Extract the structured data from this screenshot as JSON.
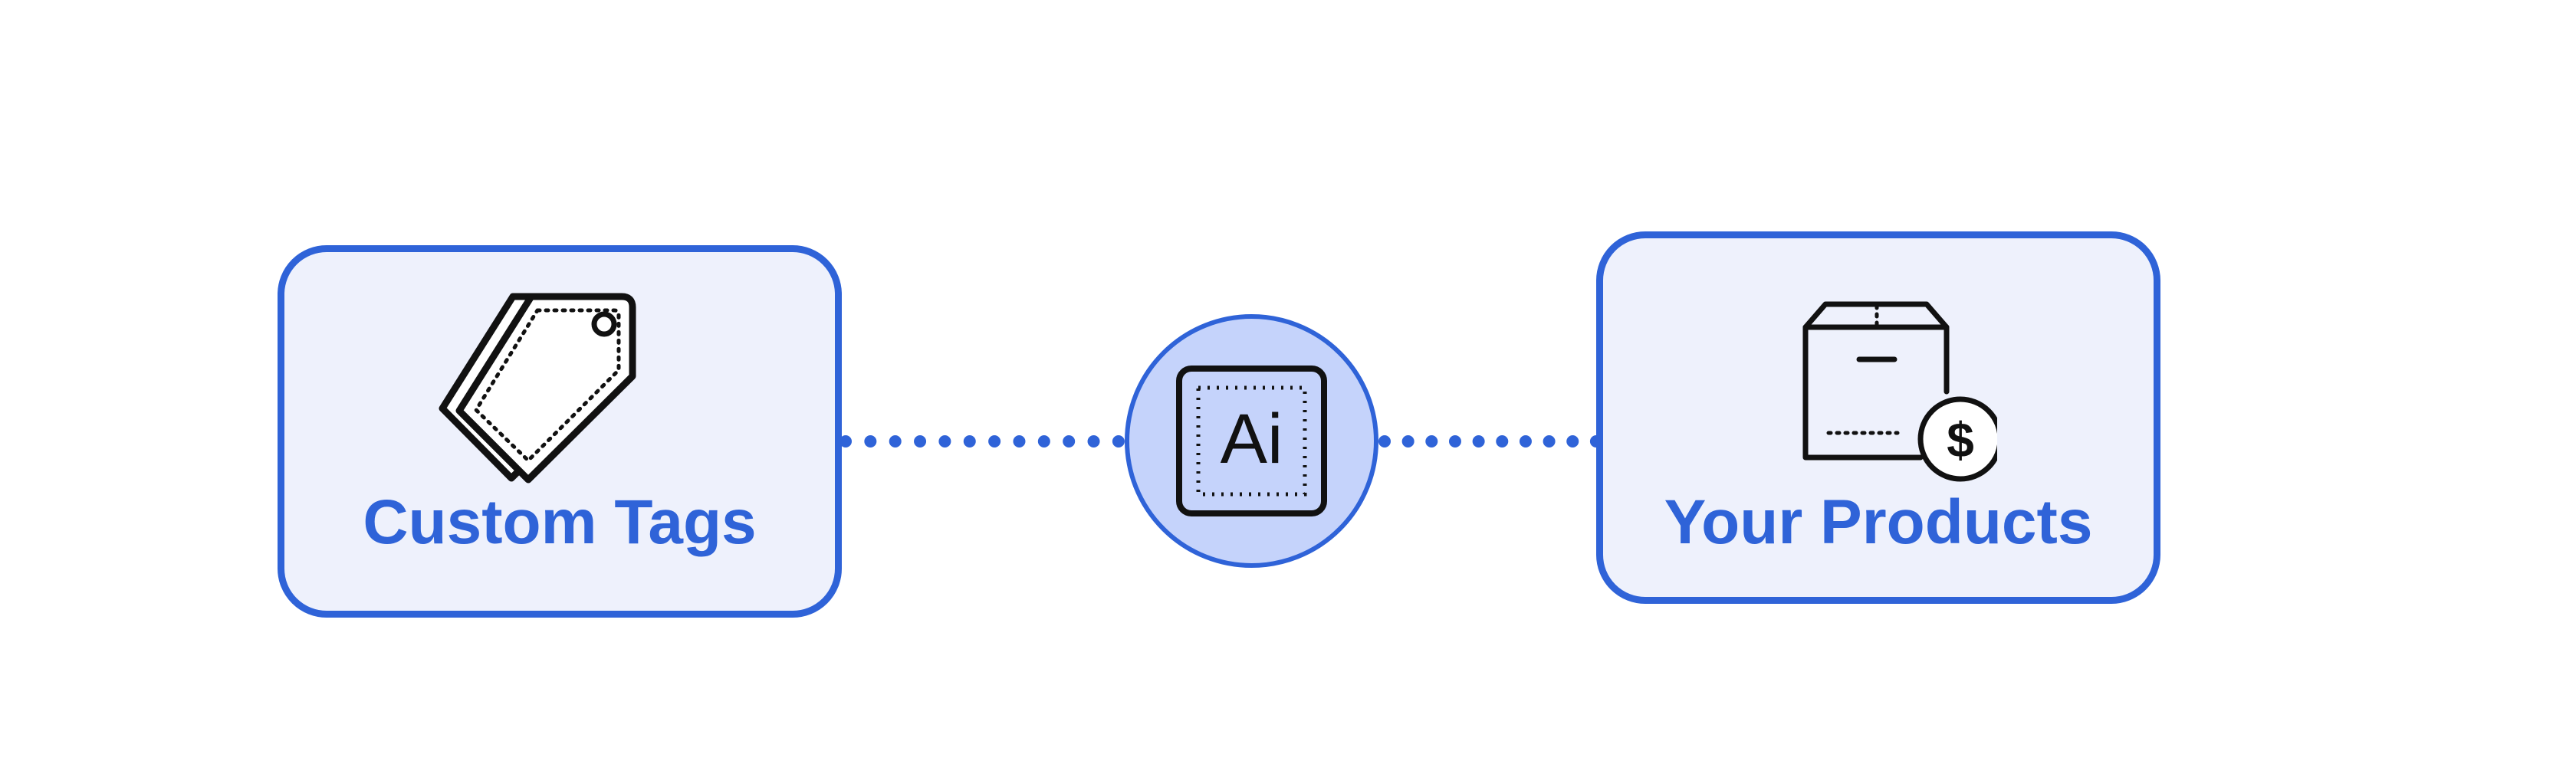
{
  "nodes": {
    "custom_tags": {
      "label": "Custom Tags",
      "icon": "price-tag-icon"
    },
    "ai": {
      "icon": "ai-chip-icon",
      "glyph": "Ai"
    },
    "your_products": {
      "label": "Your Products",
      "icon": "product-box-dollar-icon",
      "glyph": "$"
    }
  },
  "colors": {
    "accent": "#2f63d8",
    "box_fill": "#eef1fc",
    "circle_fill": "#c5d3fb",
    "icon_stroke": "#111111"
  }
}
